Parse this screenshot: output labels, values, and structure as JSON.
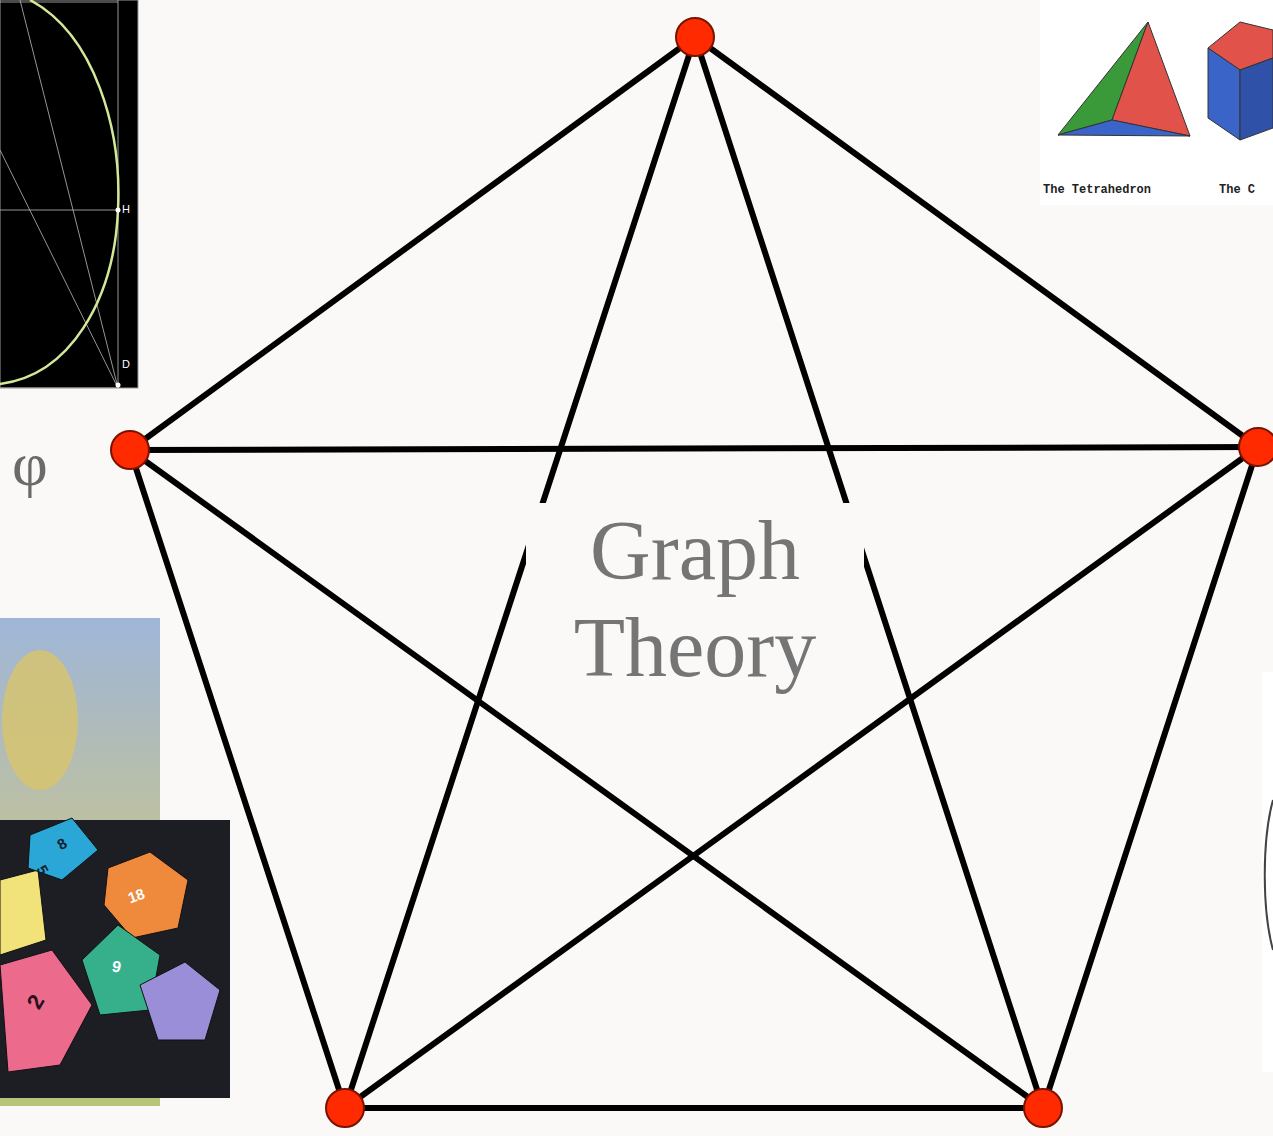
{
  "diagram": {
    "labels": [
      "H",
      "D",
      "φ",
      "The Tetrahedron",
      "The C",
      "Graph Theory",
      "8",
      "5",
      "18",
      "9",
      "2"
    ]
  }
}
